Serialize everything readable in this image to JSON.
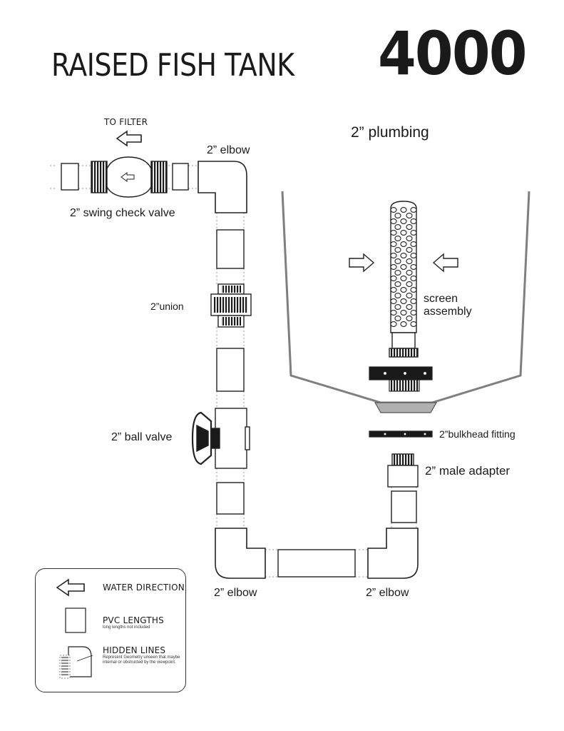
{
  "header": {
    "title": "RAISED FISH TANK",
    "model": "4000"
  },
  "labels": {
    "to_filter": "TO FILTER",
    "plumbing": "2” plumbing",
    "elbow_top": "2”  elbow",
    "swing_check_valve": "2”  swing check valve",
    "union": "2”union",
    "ball_valve": "2”  ball valve",
    "screen_line1": "screen",
    "screen_line2": "assembly",
    "bulkhead": "2”bulkhead fitting",
    "male_adapter": "2” male adapter",
    "elbow_left": "2”  elbow",
    "elbow_right": "2”  elbow"
  },
  "legend": {
    "water_direction": "WATER DIRECTION",
    "pvc_lengths": "PVC LENGTHS",
    "pvc_note": "long lengths not included",
    "hidden_lines": "HIDDEN LINES",
    "hidden_note": "Represent Geometry unseen that maybe internal or obstructed by the viewpoint."
  },
  "colors": {
    "line": "#222222",
    "tank": "#888888",
    "fitting_dark": "#1a1a1a",
    "hidden": "#9a9a9a"
  }
}
